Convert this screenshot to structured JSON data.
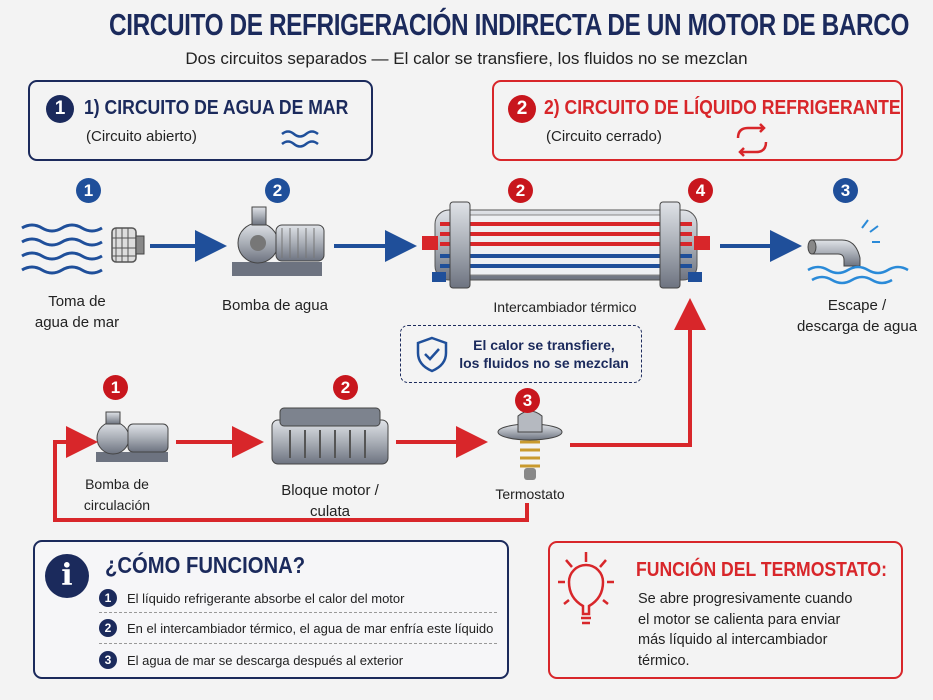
{
  "header": {
    "title": "CIRCUITO DE REFRIGERACIÓN INDIRECTA DE UN MOTOR DE BARCO",
    "subtitle": "Dos circuitos separados — El calor se transfiere, los fluidos no se mezclan"
  },
  "circuits": [
    {
      "badge": "1",
      "title": "1) CIRCUITO DE AGUA DE MAR",
      "subtitle": "(Circuito abierto)",
      "icon": "waves-icon",
      "color": "#1b2a5c"
    },
    {
      "badge": "2",
      "title": "2) CIRCUITO DE LÍQUIDO REFRIGERANTE",
      "subtitle": "(Circuito cerrado)",
      "icon": "cycle-arrows-icon",
      "color": "#d8262a"
    }
  ],
  "sea_water_row": [
    {
      "badge": "1",
      "label_lines": [
        "Toma de",
        "agua de mar"
      ]
    },
    {
      "badge": "2",
      "label_lines": [
        "Bomba de agua"
      ]
    },
    {
      "badge": "3",
      "label_lines": [
        "Escape /",
        "descarga de agua"
      ]
    }
  ],
  "exchanger": {
    "badge_left": "2",
    "badge_right": "4",
    "label": "Intercambiador térmico"
  },
  "note": {
    "lines": [
      "El calor se transfiere,",
      "los fluidos no se mezclan"
    ]
  },
  "coolant_row": [
    {
      "badge": "1",
      "label_lines": [
        "Bomba de",
        "circulación"
      ]
    },
    {
      "badge": "2",
      "label_lines": [
        "Bloque motor /",
        "culata"
      ]
    },
    {
      "badge": "3",
      "label_lines": [
        "Termostato"
      ]
    }
  ],
  "how_it_works": {
    "title": "¿CÓMO FUNCIONA?",
    "steps": [
      {
        "n": "1",
        "text": "El líquido refrigerante absorbe el calor del motor"
      },
      {
        "n": "2",
        "text": "En el intercambiador térmico, el agua de mar enfría este líquido"
      },
      {
        "n": "3",
        "text": "El agua de mar se descarga después al exterior"
      }
    ]
  },
  "thermostat_function": {
    "title": "FUNCIÓN DEL TERMOSTATO:",
    "lines": [
      "Se abre progresivamente cuando",
      "el motor se calienta para enviar",
      "más líquido al intercambiador",
      "térmico."
    ]
  },
  "colors": {
    "navy": "#1b2a5c",
    "blue": "#1f4f9a",
    "red": "#d8262a",
    "background": "#f3f3f3"
  }
}
